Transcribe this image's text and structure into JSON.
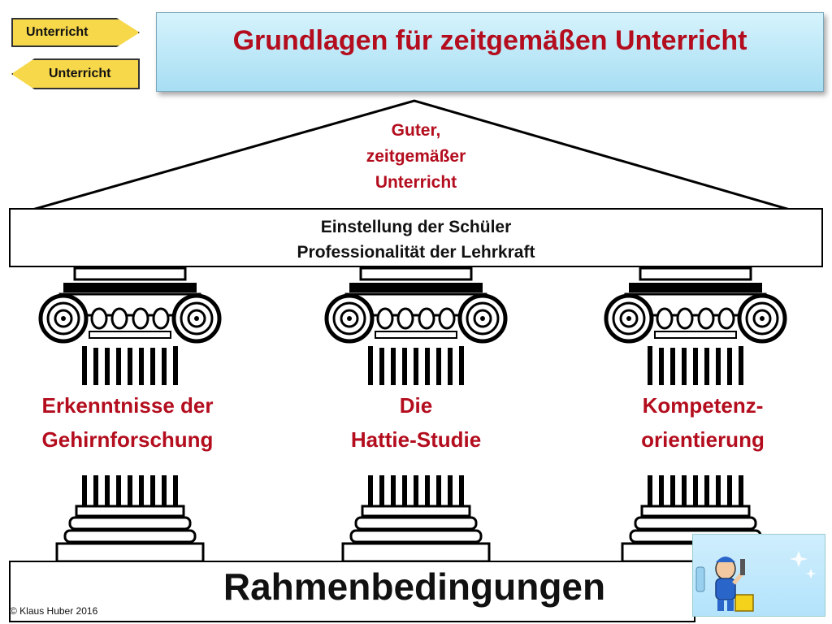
{
  "signs": [
    "Unterricht",
    "Unterricht"
  ],
  "title": "Grundlagen für zeitgemäßen Unterricht",
  "roof": [
    "Guter,",
    "zeitgemäßer",
    "Unterricht"
  ],
  "beam": [
    "Einstellung der Schüler",
    "Professionalität der Lehrkraft"
  ],
  "pillars": [
    {
      "lines": [
        "Erkenntnisse der",
        "Gehirnforschung"
      ]
    },
    {
      "lines": [
        "Die",
        "Hattie-Studie"
      ]
    },
    {
      "lines": [
        "Kompetenz-",
        "orientierung"
      ]
    }
  ],
  "base": "Rahmenbedingungen",
  "copyright": "© Klaus Huber 2016",
  "colors": {
    "accent_red": "#b30d1e",
    "sign_yellow": "#f7d84a",
    "title_blue": "#a7def3"
  }
}
